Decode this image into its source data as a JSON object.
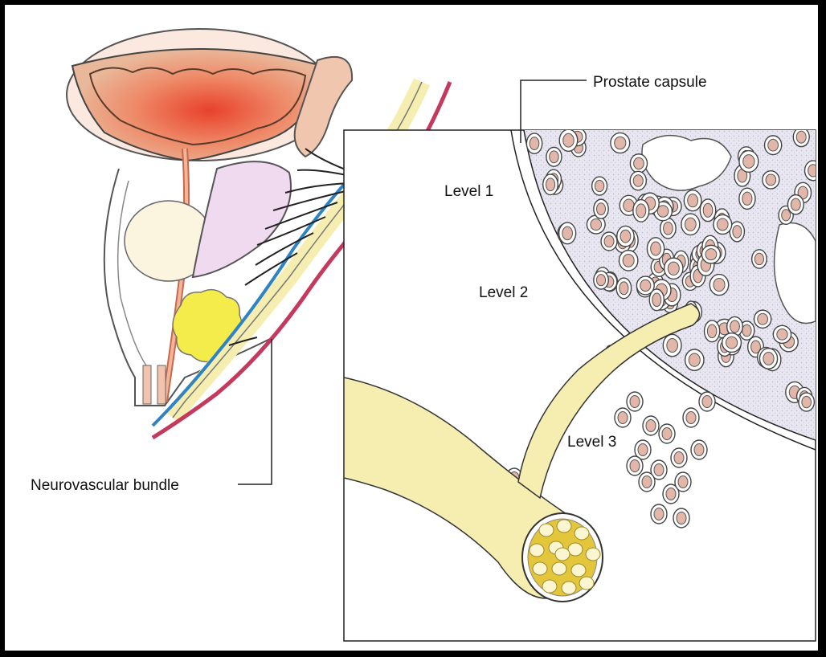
{
  "labels": {
    "prostate_capsule": "Prostate capsule",
    "level_1": "Level 1",
    "level_2": "Level 2",
    "level_3": "Level 3",
    "neurovascular_bundle": "Neurovascular bundle"
  },
  "colors": {
    "bladder": "#e9b89a",
    "bladder_center": "#e8412b",
    "vesicle": "#f0c6ae",
    "prostate_lobe": "#efdaf0",
    "nerve": "#f5eeb0",
    "tumor_nodule": "#f4ec4a",
    "vein": "#2f83c4",
    "artery": "#c43a5c",
    "stroma": "#e6e4ef",
    "cell_nucleus": "#e2b6a8",
    "bundle_core": "#e3c63c"
  }
}
